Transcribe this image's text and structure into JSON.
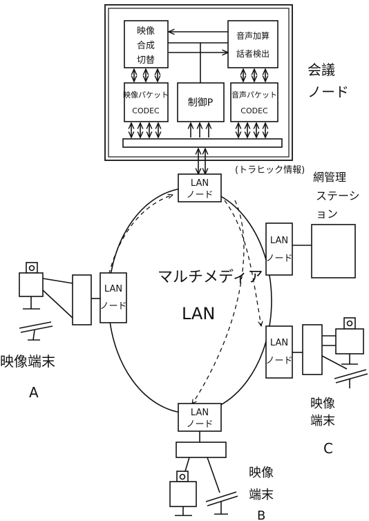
{
  "conference_node": {
    "label_line1": "会議",
    "label_line2": "ノード",
    "video_combine": [
      "映像",
      "合成",
      "切替"
    ],
    "audio_add": [
      "音声加算",
      "話者検出"
    ],
    "video_codec": [
      "映像パケット",
      "CODEC"
    ],
    "control": "制御P",
    "audio_codec": [
      "音声パケット",
      "CODEC"
    ]
  },
  "traffic_info": "(トラヒック情報)",
  "lan_node_label": [
    "LAN",
    "ノード"
  ],
  "lan_title": [
    "マルチメディア",
    "LAN"
  ],
  "nms": [
    "網管理",
    "ステーシ",
    "ョン"
  ],
  "terminal_a": [
    "映像端末",
    "A"
  ],
  "terminal_b": [
    "映像",
    "端末",
    "B"
  ],
  "terminal_c": [
    "映像",
    "端末",
    "C"
  ]
}
